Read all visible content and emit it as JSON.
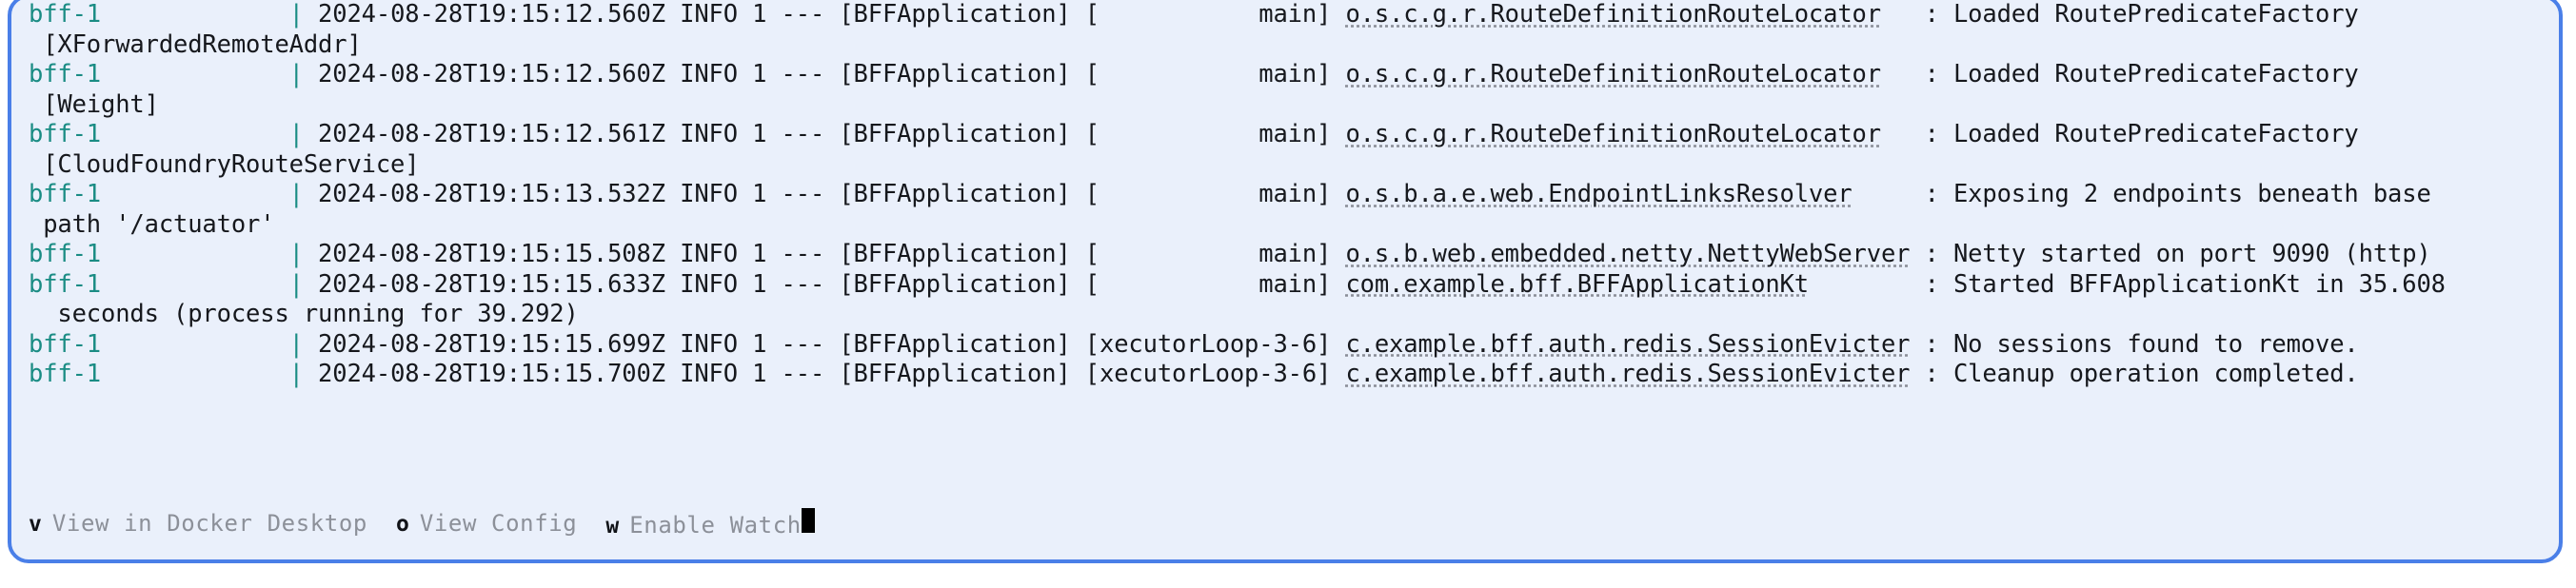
{
  "panel": {
    "accent_color": "#4a7fe8",
    "background_color": "#eaf0fb",
    "service_color": "#1a8c84",
    "text_color": "#16181d",
    "muted_color": "#8c9099"
  },
  "log": {
    "service_name": "bff-1",
    "separator": "|",
    "lines": [
      {
        "service": "bff-1",
        "timestamp": "2024-08-28T19:15:12.560Z",
        "level": "INFO",
        "pid": "1",
        "dashes": "---",
        "app": "[BFFApplication]",
        "thread": "[           main]",
        "logger": "o.s.c.g.r.RouteDefinitionRouteLocator",
        "gap": "   ",
        "message": ": Loaded RoutePredicateFactory",
        "continuation": " [XForwardedRemoteAddr]"
      },
      {
        "service": "bff-1",
        "timestamp": "2024-08-28T19:15:12.560Z",
        "level": "INFO",
        "pid": "1",
        "dashes": "---",
        "app": "[BFFApplication]",
        "thread": "[           main]",
        "logger": "o.s.c.g.r.RouteDefinitionRouteLocator",
        "gap": "   ",
        "message": ": Loaded RoutePredicateFactory",
        "continuation": " [Weight]"
      },
      {
        "service": "bff-1",
        "timestamp": "2024-08-28T19:15:12.561Z",
        "level": "INFO",
        "pid": "1",
        "dashes": "---",
        "app": "[BFFApplication]",
        "thread": "[           main]",
        "logger": "o.s.c.g.r.RouteDefinitionRouteLocator",
        "gap": "   ",
        "message": ": Loaded RoutePredicateFactory",
        "continuation": " [CloudFoundryRouteService]"
      },
      {
        "service": "bff-1",
        "timestamp": "2024-08-28T19:15:13.532Z",
        "level": "INFO",
        "pid": "1",
        "dashes": "---",
        "app": "[BFFApplication]",
        "thread": "[           main]",
        "logger": "o.s.b.a.e.web.EndpointLinksResolver",
        "gap": "     ",
        "message": ": Exposing 2 endpoints beneath base",
        "continuation": " path '/actuator'"
      },
      {
        "service": "bff-1",
        "timestamp": "2024-08-28T19:15:15.508Z",
        "level": "INFO",
        "pid": "1",
        "dashes": "---",
        "app": "[BFFApplication]",
        "thread": "[           main]",
        "logger": "o.s.b.web.embedded.netty.NettyWebServer",
        "gap": " ",
        "message": ": Netty started on port 9090 (http)",
        "continuation": ""
      },
      {
        "service": "bff-1",
        "timestamp": "2024-08-28T19:15:15.633Z",
        "level": "INFO",
        "pid": "1",
        "dashes": "---",
        "app": "[BFFApplication]",
        "thread": "[           main]",
        "logger": "com.example.bff.BFFApplicationKt",
        "gap": "        ",
        "message": ": Started BFFApplicationKt in 35.608",
        "continuation": "  seconds (process running for 39.292)"
      },
      {
        "service": "bff-1",
        "timestamp": "2024-08-28T19:15:15.699Z",
        "level": "INFO",
        "pid": "1",
        "dashes": "---",
        "app": "[BFFApplication]",
        "thread": "[xecutorLoop-3-6]",
        "logger": "c.example.bff.auth.redis.SessionEvicter",
        "gap": " ",
        "message": ": No sessions found to remove.",
        "continuation": ""
      },
      {
        "service": "bff-1",
        "timestamp": "2024-08-28T19:15:15.700Z",
        "level": "INFO",
        "pid": "1",
        "dashes": "---",
        "app": "[BFFApplication]",
        "thread": "[xecutorLoop-3-6]",
        "logger": "c.example.bff.auth.redis.SessionEvicter",
        "gap": " ",
        "message": ": Cleanup operation completed.",
        "continuation": ""
      }
    ]
  },
  "footer": {
    "shortcuts": [
      {
        "key": "v",
        "label": "View in Docker Desktop"
      },
      {
        "key": "o",
        "label": "View Config"
      },
      {
        "key": "w",
        "label": "Enable Watch"
      }
    ]
  }
}
